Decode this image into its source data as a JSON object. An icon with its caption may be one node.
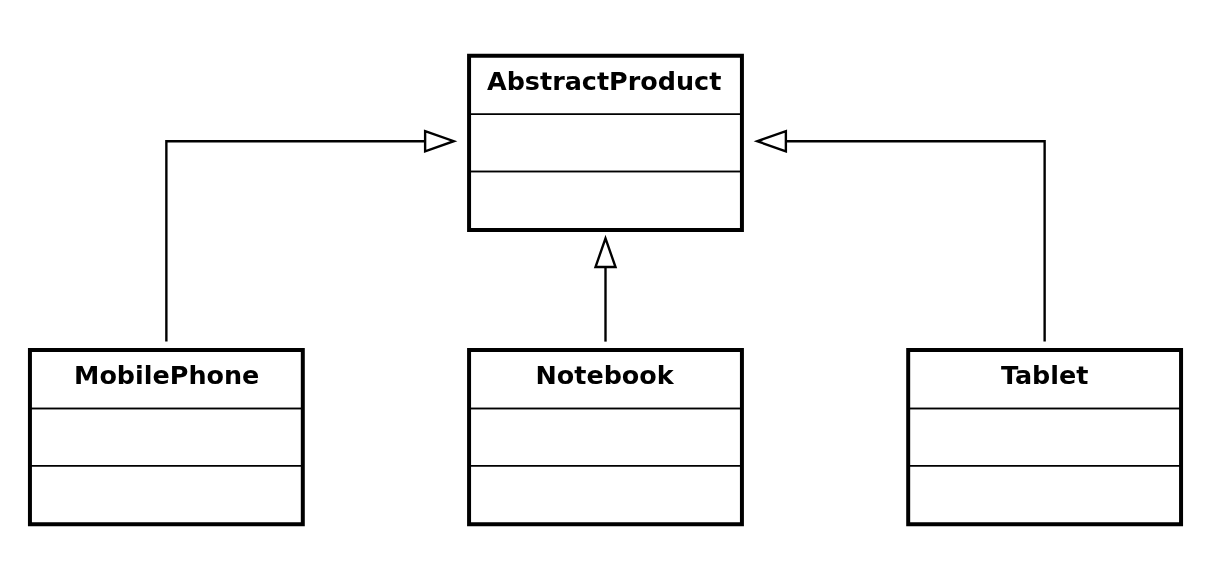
{
  "diagram": {
    "nodes": [
      {
        "text": [
          "AbstractProduct"
        ]
      },
      {
        "text": [
          "MobilePhone"
        ]
      },
      {
        "text": [
          "Notebook"
        ]
      },
      {
        "text": [
          "Tablet"
        ]
      }
    ],
    "edges": [
      {
        "from": 1,
        "to": 0,
        "arrow": "to"
      },
      {
        "from": 2,
        "to": 0,
        "arrow": "to"
      },
      {
        "from": 3,
        "to": 0,
        "arrow": "to"
      }
    ]
  }
}
